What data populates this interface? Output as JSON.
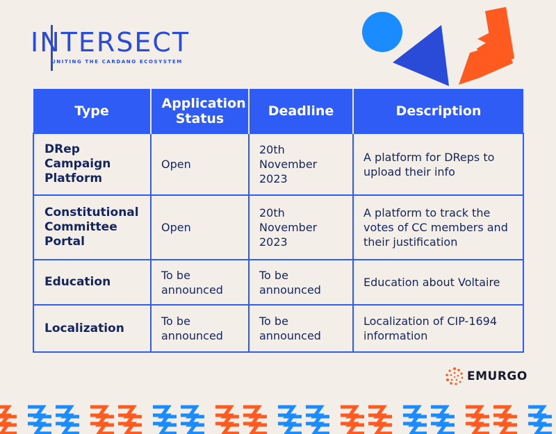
{
  "brand": {
    "logo_word": "INTERSECT",
    "tagline": "UNITING THE CARDANO ECOSYSTEM",
    "partner": "EMURGO"
  },
  "colors": {
    "primary_blue": "#2e5cf5",
    "circle_blue": "#1a8cff",
    "orange": "#ff5a1f",
    "background": "#f3efe8",
    "text_navy": "#14245e"
  },
  "table": {
    "headers": [
      "Type",
      "Application Status",
      "Deadline",
      "Description"
    ],
    "rows": [
      {
        "type": "DRep Campaign Platform",
        "status": "Open",
        "deadline": "20th November 2023",
        "description": "A platform for DReps to upload their info"
      },
      {
        "type": "Constitutional Committee Portal",
        "status": "Open",
        "deadline": "20th November 2023",
        "description": "A platform to track the votes of CC members and their justification"
      },
      {
        "type": "Education",
        "status": "To be announced",
        "deadline": "To be announced",
        "description": "Education about Voltaire"
      },
      {
        "type": "Localization",
        "status": "To be announced",
        "deadline": "To be announced",
        "description": "Localization of CIP-1694 information"
      }
    ]
  }
}
